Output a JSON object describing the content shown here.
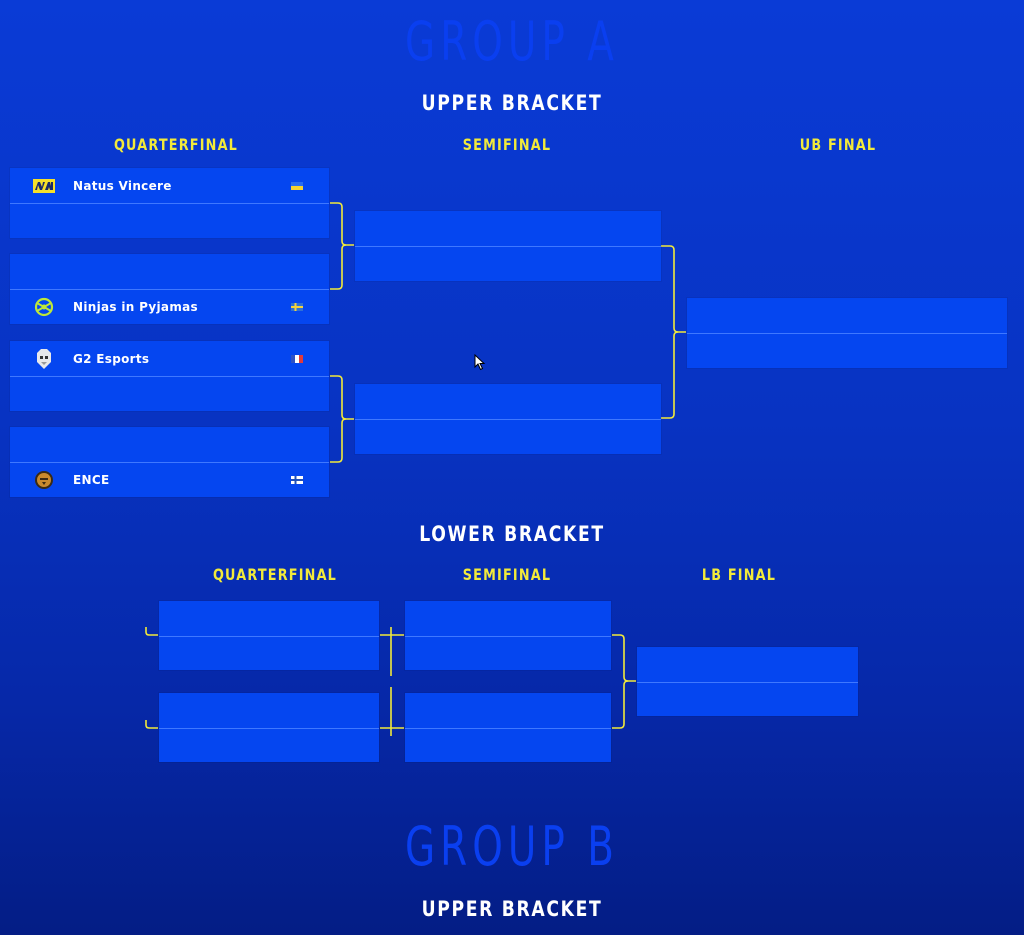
{
  "groups": [
    {
      "title": "GROUP A"
    },
    {
      "title": "GROUP B"
    }
  ],
  "upper_bracket": {
    "title": "UPPER BRACKET",
    "rounds": [
      "QUARTERFINAL",
      "SEMIFINAL",
      "UB FINAL"
    ],
    "quarterfinal_teams": [
      {
        "name": "Natus Vincere",
        "logo": "navi-logo-icon",
        "flag": "ukraine-flag-icon"
      },
      {
        "name": "Ninjas in Pyjamas",
        "logo": "nip-logo-icon",
        "flag": "sweden-flag-icon"
      },
      {
        "name": "G2 Esports",
        "logo": "g2-logo-icon",
        "flag": "france-flag-icon"
      },
      {
        "name": "ENCE",
        "logo": "ence-logo-icon",
        "flag": "finland-flag-icon"
      }
    ]
  },
  "lower_bracket": {
    "title": "LOWER BRACKET",
    "rounds": [
      "QUARTERFINAL",
      "SEMIFINAL",
      "LB FINAL"
    ]
  },
  "group_b_upper_bracket": {
    "title": "UPPER BRACKET"
  },
  "colors": {
    "background": "#0833c2",
    "match_box": "#0546f0",
    "accent_yellow": "#f2ea3a",
    "group_title": "#0a3ff0"
  }
}
